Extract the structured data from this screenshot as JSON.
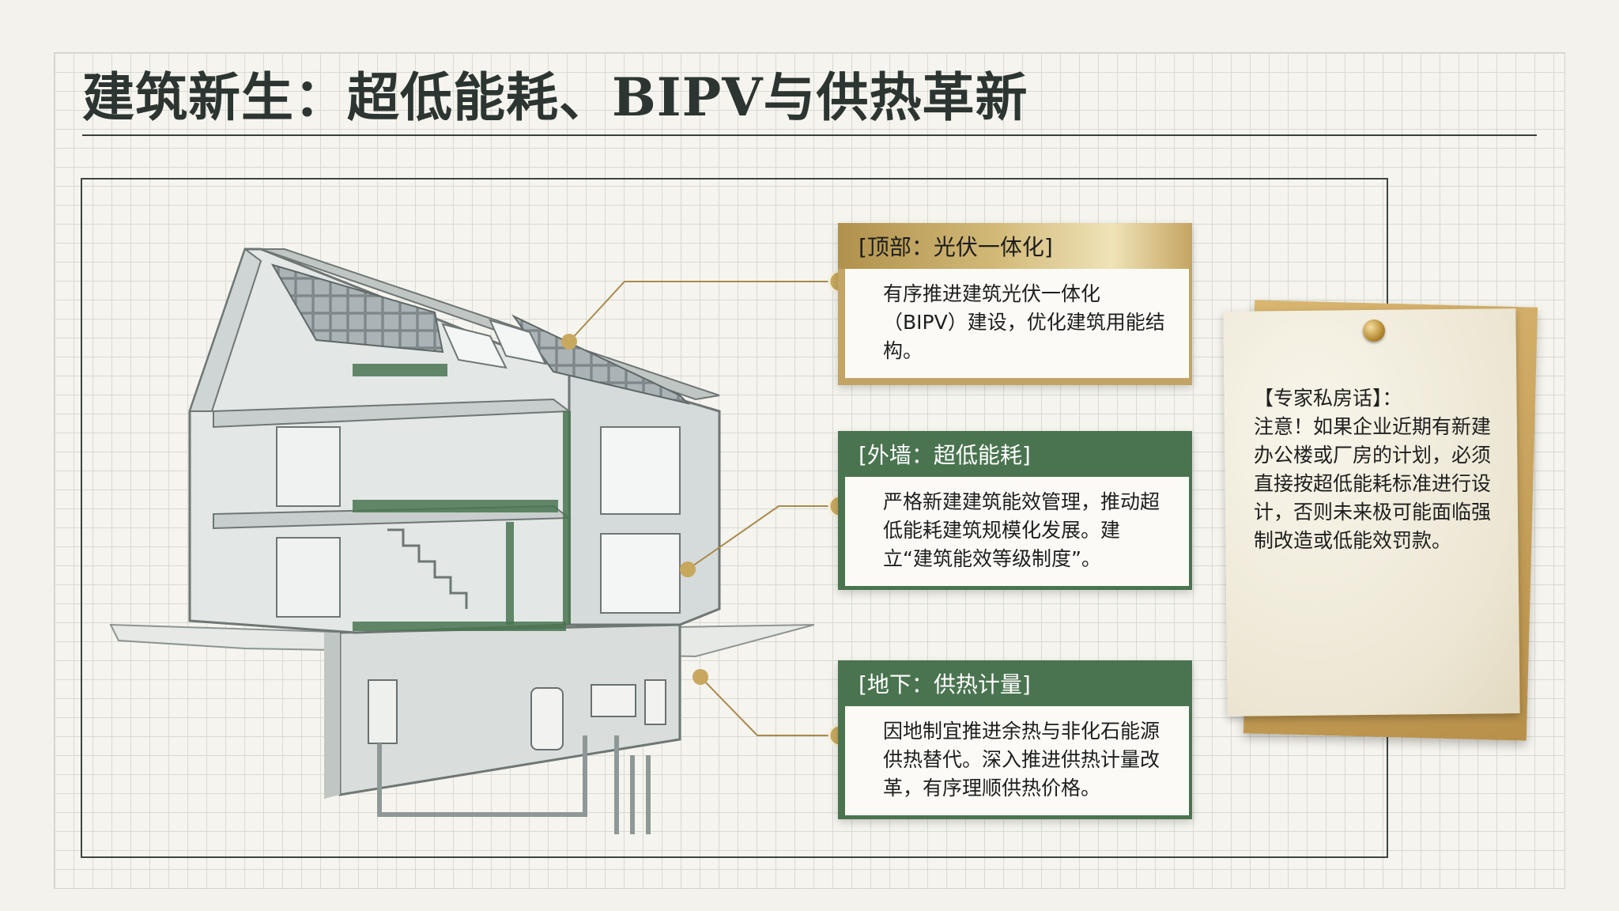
{
  "title": "建筑新生：超低能耗、BIPV与供热革新",
  "cards": [
    {
      "heading": "[顶部：光伏一体化]",
      "body": "有序推进建筑光伏一体化（BIPV）建设，优化建筑用能结构。"
    },
    {
      "heading": "[外墙：超低能耗]",
      "body": "严格新建建筑能效管理，推动超低能耗建筑规模化发展。建立“建筑能效等级制度”。"
    },
    {
      "heading": "[地下：供热计量]",
      "body": "因地制宜推进余热与非化石能源供热替代。深入推进供热计量改革，有序理顺供热价格。"
    }
  ],
  "note": {
    "heading": "【专家私房话】：",
    "body": "注意！如果企业近期有新建办公楼或厂房的计划，必须直接按超低能耗标准进行设计，否则未来极可能面临强制改造或低能效罚款。"
  },
  "colors": {
    "green": "#4a7450",
    "gold": "#c2a464",
    "ink": "#2c3531"
  }
}
